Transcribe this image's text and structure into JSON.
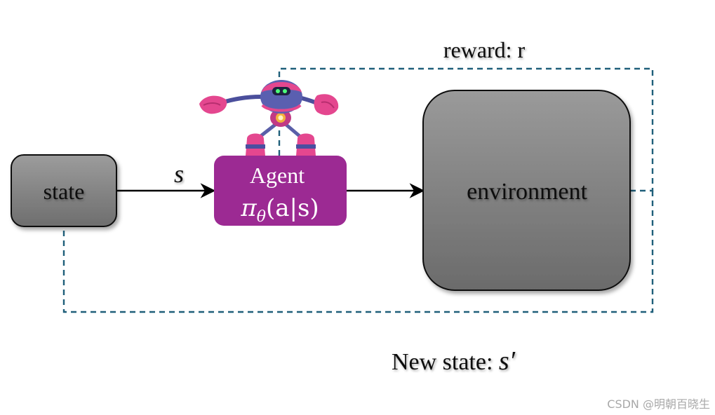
{
  "diagram": {
    "reward_label": "reward: r",
    "state_box_label": "state",
    "state_var": "s",
    "agent_title": "Agent",
    "agent_policy_pi": "π",
    "agent_policy_theta": "θ",
    "agent_policy_args": "(a|s)",
    "environment_label": "environment",
    "new_state_text": "New state: ",
    "new_state_var": "s′"
  },
  "watermark": {
    "text": "CSDN @明朝百晓生"
  },
  "colors": {
    "state_box": "#7a7a7a",
    "agent_box": "#9c2a93",
    "environment_box": "#7d7d7d",
    "dashed_line": "#1f5f7a",
    "arrow": "#000000",
    "robot_body": "#e0488f",
    "robot_accent": "#4a4fa0"
  }
}
